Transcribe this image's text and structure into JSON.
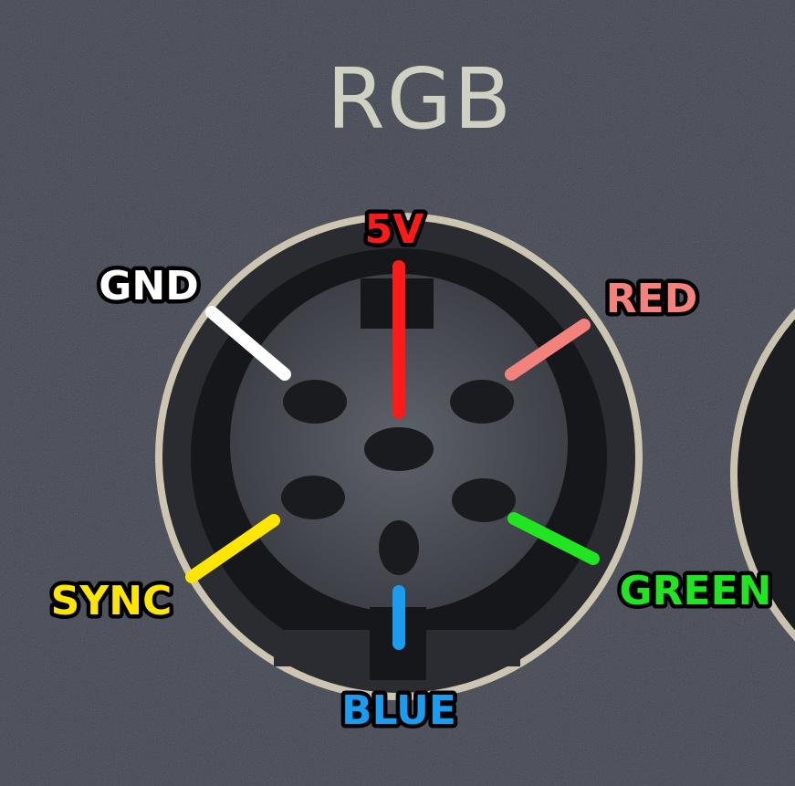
{
  "panel_label": "RGB",
  "pins": [
    {
      "id": "5v",
      "label": "5V",
      "color": "#ff1a1a"
    },
    {
      "id": "gnd",
      "label": "GND",
      "color": "#ffffff"
    },
    {
      "id": "red",
      "label": "RED",
      "color": "#f4827c"
    },
    {
      "id": "sync",
      "label": "SYNC",
      "color": "#ffe600"
    },
    {
      "id": "green",
      "label": "GREEN",
      "color": "#22e522"
    },
    {
      "id": "blue",
      "label": "BLUE",
      "color": "#1a9cf0"
    }
  ]
}
